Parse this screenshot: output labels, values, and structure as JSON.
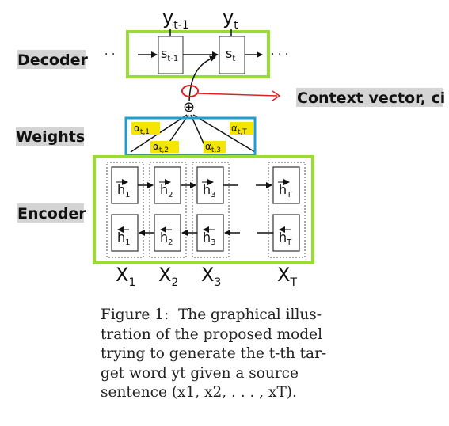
{
  "labels": {
    "decoder": "Decoder",
    "weights": "Weights",
    "encoder": "Encoder",
    "context": "Context vector, ci"
  },
  "decoder": {
    "outputs": [
      {
        "base": "y",
        "sub": "t-1"
      },
      {
        "base": "y",
        "sub": "t"
      }
    ],
    "states": [
      {
        "base": "s",
        "sub": "t-1"
      },
      {
        "base": "s",
        "sub": "t"
      }
    ],
    "ellipsis_left": "· ·",
    "ellipsis_right": "· · ·"
  },
  "weights": [
    {
      "base": "α",
      "sub": "t,1"
    },
    {
      "base": "α",
      "sub": "t,2"
    },
    {
      "base": "α",
      "sub": "t,3"
    },
    {
      "base": "α",
      "sub": "t,T"
    }
  ],
  "encoder": {
    "forward": [
      {
        "base": "h",
        "sub": "1"
      },
      {
        "base": "h",
        "sub": "2"
      },
      {
        "base": "h",
        "sub": "3"
      },
      {
        "base": "h",
        "sub": "T"
      }
    ],
    "backward": [
      {
        "base": "h",
        "sub": "1"
      },
      {
        "base": "h",
        "sub": "2"
      },
      {
        "base": "h",
        "sub": "3"
      },
      {
        "base": "h",
        "sub": "T"
      }
    ],
    "inputs": [
      {
        "base": "X",
        "sub": "1"
      },
      {
        "base": "X",
        "sub": "2"
      },
      {
        "base": "X",
        "sub": "3"
      },
      {
        "base": "X",
        "sub": "T"
      }
    ]
  },
  "sum_symbol": "⊕",
  "caption": {
    "lines": [
      "Figure 1:  The graphical illus-",
      "tration of the proposed model",
      "trying to generate the t-th tar-",
      "get word yt given a source",
      "sentence (x1, x2, . . . , xT)."
    ]
  },
  "colors": {
    "green_box": "#99dd33",
    "blue_box": "#1f9fcf",
    "highlight": "#f5e600",
    "red": "#e02020",
    "label_bg": "#d4d4d4"
  }
}
